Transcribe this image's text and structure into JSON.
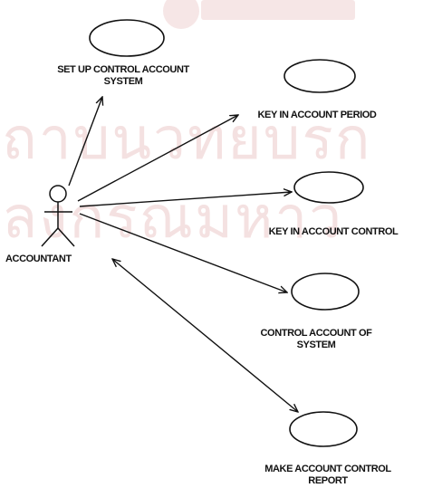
{
  "actor": {
    "label": "ACCOUNTANT"
  },
  "use_cases": [
    {
      "id": "set-up-control-account-system",
      "label_lines": [
        "SET UP CONTROL ACCOUNT",
        "SYSTEM"
      ]
    },
    {
      "id": "key-in-account-period",
      "label_lines": [
        "KEY IN ACCOUNT PERIOD"
      ]
    },
    {
      "id": "key-in-account-control",
      "label_lines": [
        "KEY IN ACCOUNT CONTROL"
      ]
    },
    {
      "id": "control-account-of-system",
      "label_lines": [
        "CONTROL ACCOUNT OF",
        "SYSTEM"
      ]
    },
    {
      "id": "make-account-control-report",
      "label_lines": [
        "MAKE ACCOUNT CONTROL",
        "REPORT"
      ]
    }
  ],
  "associations": [
    {
      "from": "actor",
      "to": "set-up-control-account-system",
      "arrow": "to"
    },
    {
      "from": "actor",
      "to": "key-in-account-period",
      "arrow": "to"
    },
    {
      "from": "actor",
      "to": "key-in-account-control",
      "arrow": "to"
    },
    {
      "from": "actor",
      "to": "control-account-of-system",
      "arrow": "to"
    },
    {
      "from": "actor",
      "to": "make-account-control-report",
      "arrow": "both"
    }
  ],
  "colors": {
    "ink": "#111111",
    "watermark": "#f3dcdc",
    "background": "#ffffff"
  }
}
